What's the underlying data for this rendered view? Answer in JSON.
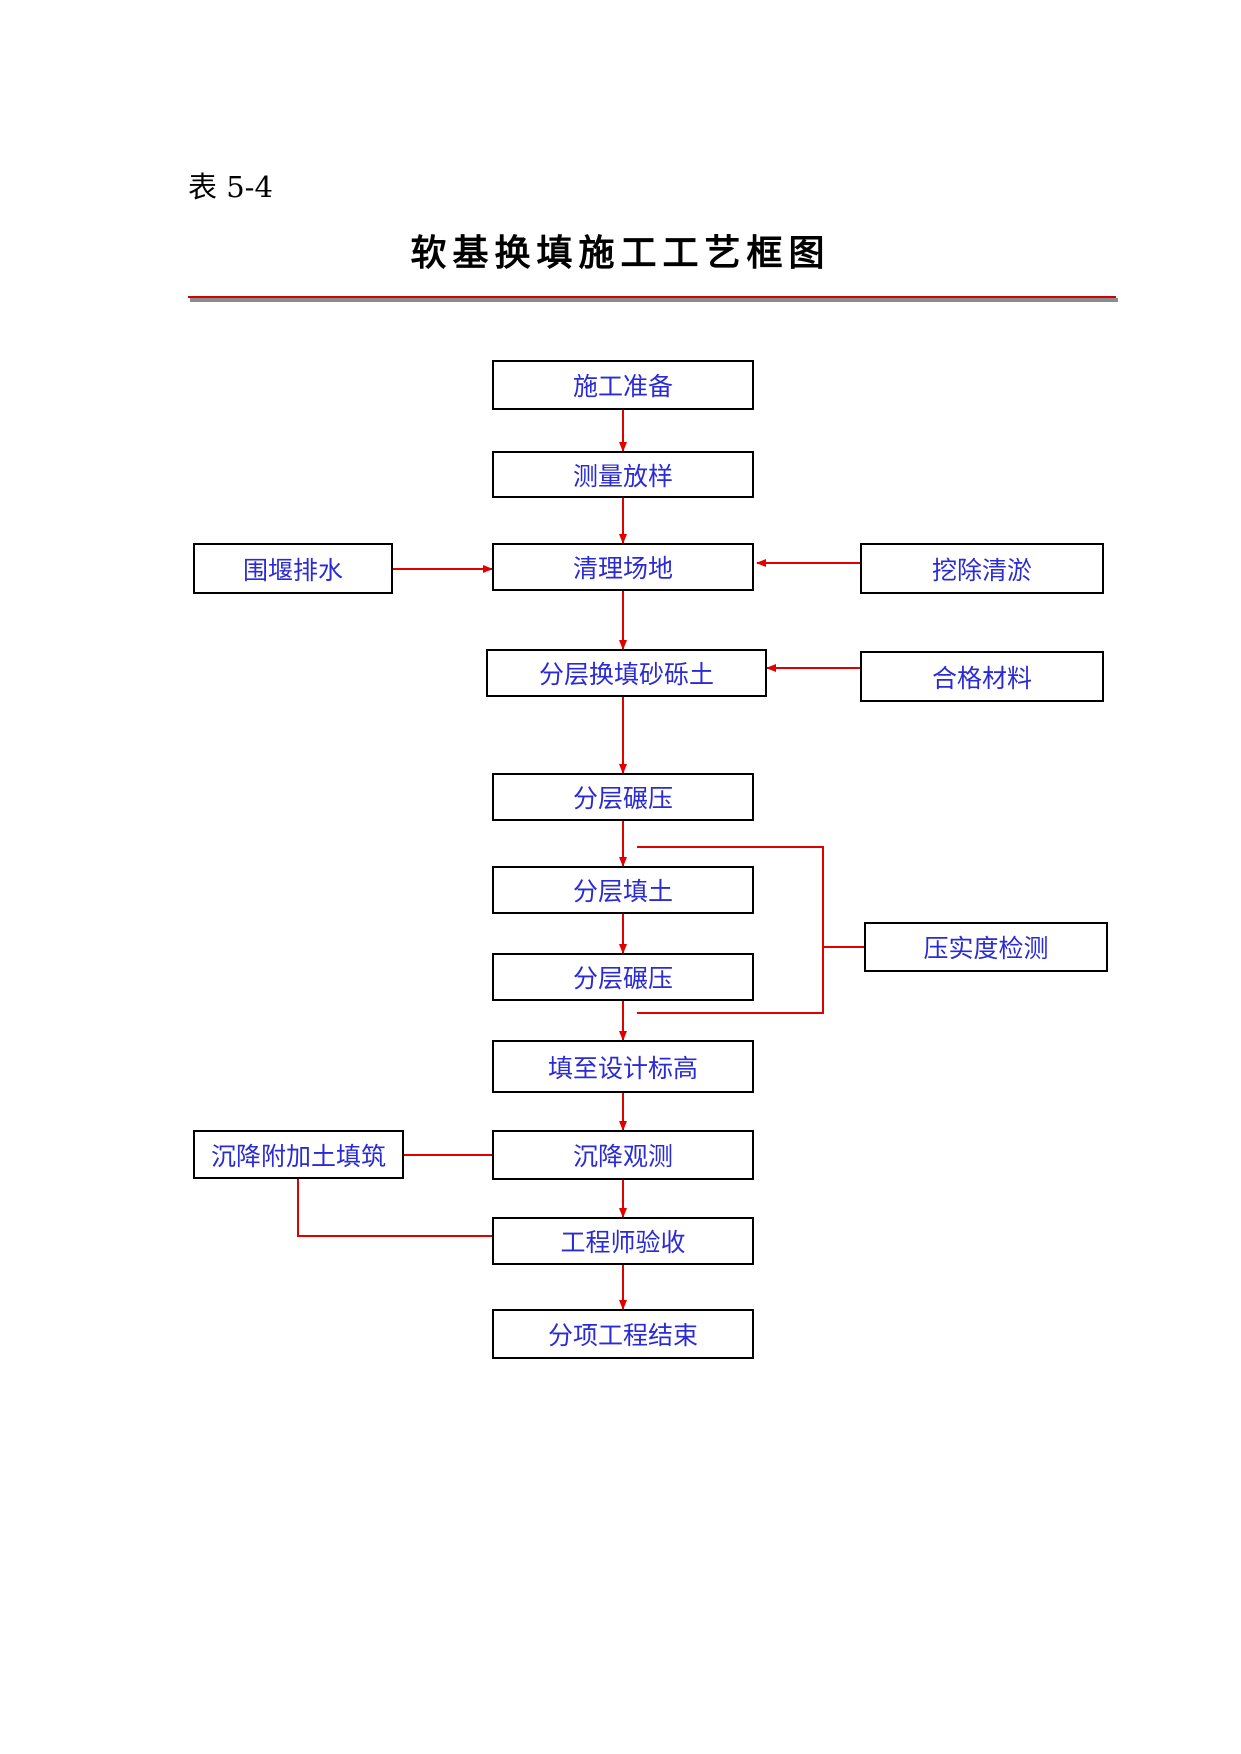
{
  "header": {
    "table_no": "表 5-4",
    "title": "软基换填施工工艺框图"
  },
  "nodes": {
    "prep": "施工准备",
    "survey": "测量放样",
    "clear": "清理场地",
    "cofferdam": "围堰排水",
    "dredge": "挖除清淤",
    "fill_gravel": "分层换填砂砾土",
    "material": "合格材料",
    "roll1": "分层碾压",
    "fill_soil": "分层填土",
    "compaction_test": "压实度检测",
    "roll2": "分层碾压",
    "design_elev": "填至设计标高",
    "settle_obs": "沉降观测",
    "settle_fill": "沉降附加土填筑",
    "acceptance": "工程师验收",
    "finish": "分项工程结束"
  },
  "colors": {
    "arrow": "#e00000",
    "box_text": "#2b2bd6",
    "box_border": "#000000"
  }
}
